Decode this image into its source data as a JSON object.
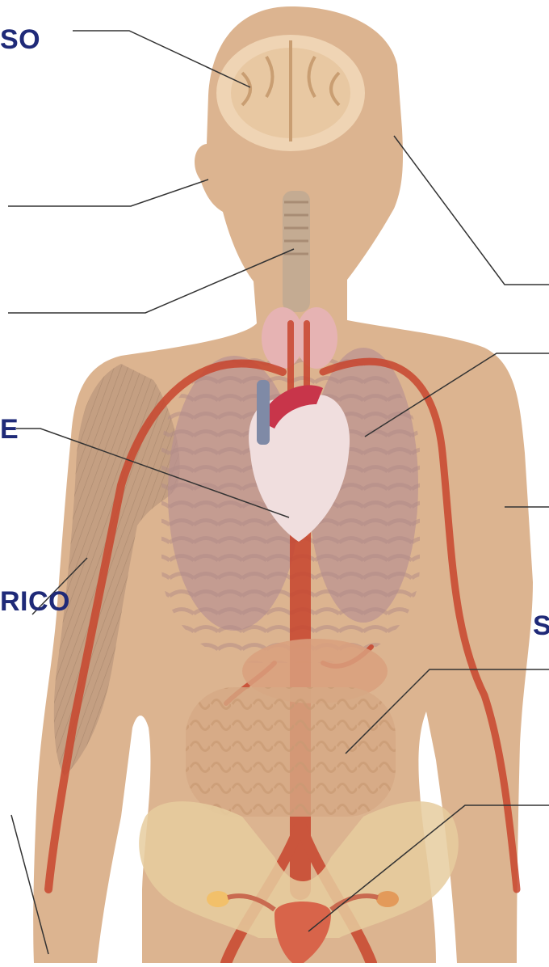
{
  "labels": {
    "top_left": "SO",
    "mid_left": "E",
    "lower_left": "RICO",
    "right": "S"
  },
  "colors": {
    "label_text": "#1f2a78",
    "skin": "#dcb490",
    "artery": "#c8452e",
    "leader_line": "#333333"
  },
  "figure": {
    "subject": "human-body-anatomy",
    "parts": [
      "brain-icon",
      "trachea-icon",
      "thyroid-icon",
      "lungs-icon",
      "heart-icon",
      "aorta-icon",
      "arm-muscles-icon",
      "rib-cage-icon",
      "stomach-icon",
      "intestines-icon",
      "pelvis-icon",
      "uterus-icon"
    ]
  }
}
